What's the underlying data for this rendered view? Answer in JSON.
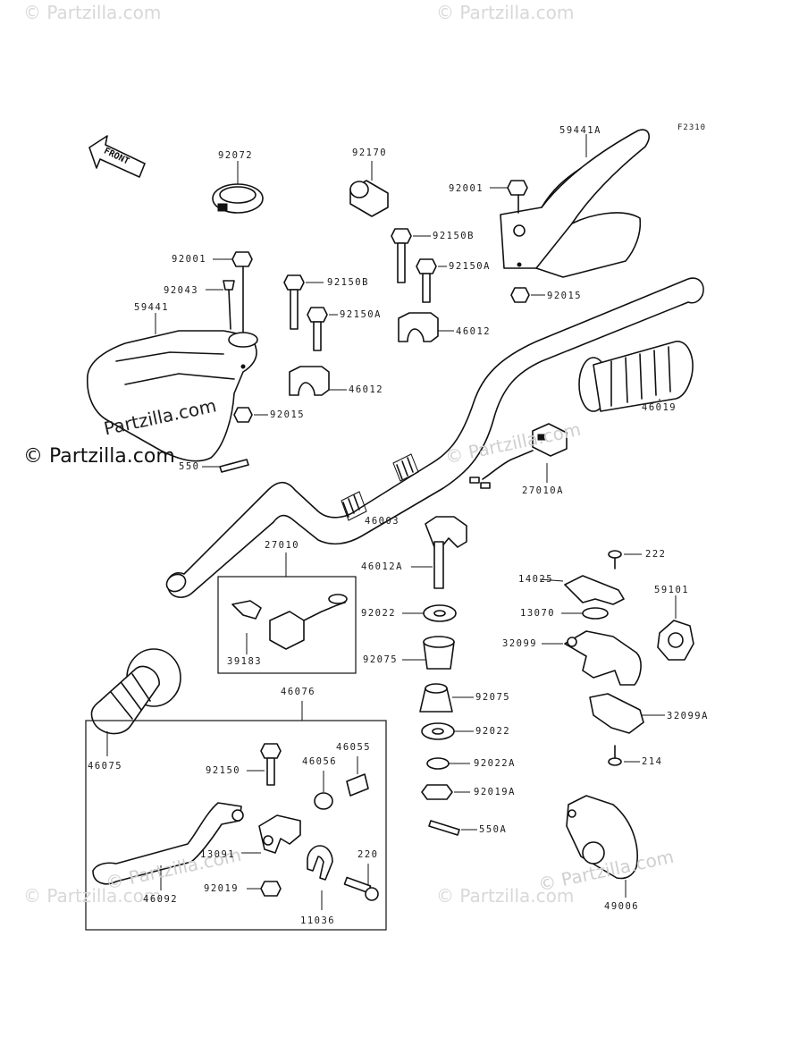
{
  "figure_code": "F2310",
  "front_label": "FRONT",
  "watermarks": {
    "main": "© Partzilla.com",
    "tilted_dark": "Partzilla.com",
    "faint": "© Partzilla.com"
  },
  "parts": {
    "p92072": "92072",
    "p92170": "92170",
    "p59441A": "59441A",
    "p92001_r": "92001",
    "p92150B_r": "92150B",
    "p92150A_r": "92150A",
    "p92015_r": "92015",
    "p92001_l": "92001",
    "p92043": "92043",
    "p59441": "59441",
    "p92150B_l": "92150B",
    "p92150A_l": "92150A",
    "p46012_r": "46012",
    "p46012_l": "46012",
    "p92015_l": "92015",
    "p46019": "46019",
    "p550": "550",
    "p27010A": "27010A",
    "p46003": "46003",
    "p27010": "27010",
    "p46012A": "46012A",
    "p222": "222",
    "p14025": "14025",
    "p59101": "59101",
    "p13070": "13070",
    "p92022_a": "92022",
    "p32099": "32099",
    "p92075_a": "92075",
    "p39183": "39183",
    "p46076": "46076",
    "p92075_b": "92075",
    "p32099A": "32099A",
    "p46055": "46055",
    "p92022_b": "92022",
    "p46056": "46056",
    "p214": "214",
    "p92150": "92150",
    "p92022A": "92022A",
    "p46075": "46075",
    "p92019A": "92019A",
    "p550A": "550A",
    "p13091": "13091",
    "p220": "220",
    "p92019": "92019",
    "p46092": "46092",
    "p11036": "11036",
    "p49006": "49006"
  }
}
